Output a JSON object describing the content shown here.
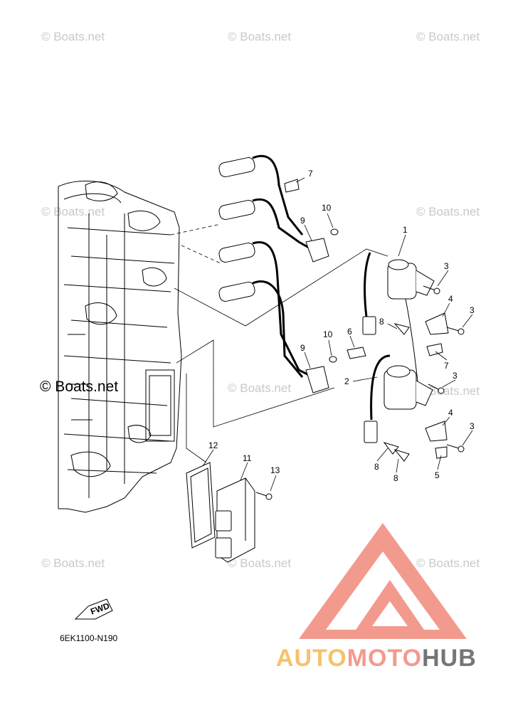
{
  "watermark": {
    "text": "© Boats.net",
    "main_text": "© Boats.net"
  },
  "callouts": [
    "1",
    "2",
    "3",
    "3",
    "3",
    "3",
    "4",
    "4",
    "5",
    "6",
    "7",
    "7",
    "8",
    "8",
    "8",
    "9",
    "9",
    "10",
    "10",
    "11",
    "12",
    "13"
  ],
  "fwd_label": "FWD",
  "diagram_code": "6EK1100-N190",
  "brand": {
    "part1": "AUTO",
    "part2": "MOTO",
    "part3": "HUB"
  },
  "colors": {
    "brand_red": "#f39a8e",
    "brand_yellow": "#f5c26b",
    "brand_gray": "#757575",
    "watermark": "#c9c9c9"
  }
}
